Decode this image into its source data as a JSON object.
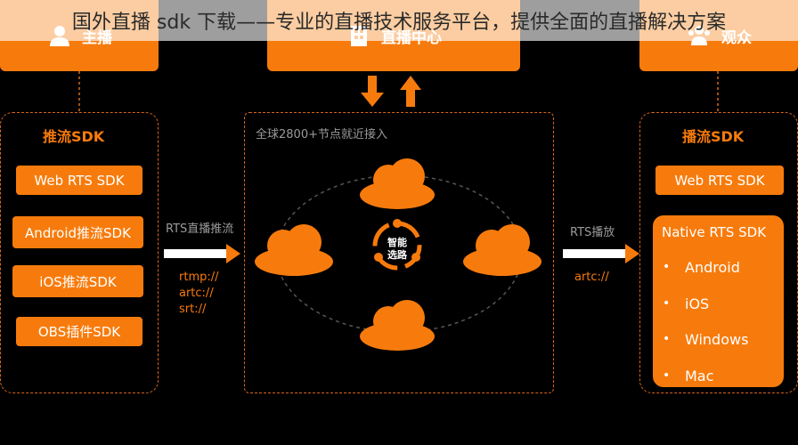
{
  "header": {
    "title": "国外直播 sdk 下载——专业的直播技术服务平台，提供全面的直播解决方案"
  },
  "top_boxes": {
    "anchor": "主播",
    "center": "直播中心",
    "audience": "观众"
  },
  "left_panel": {
    "title": "推流SDK",
    "items": [
      "Web RTS SDK",
      "Android推流SDK",
      "iOS推流SDK",
      "OBS插件SDK"
    ]
  },
  "left_arrow": {
    "label": "RTS直播推流",
    "protocols": [
      "rtmp://",
      "artc://",
      "srt://"
    ]
  },
  "center_panel": {
    "title": "全球2800+节点就近接入",
    "routing_label_line1": "智能",
    "routing_label_line2": "选路"
  },
  "right_arrow": {
    "label": "RTS播放",
    "protocols": [
      "artc://"
    ]
  },
  "right_panel": {
    "title": "播流SDK",
    "web_sdk": "Web RTS SDK",
    "native_title": "Native RTS SDK",
    "native_items": [
      "Android",
      "iOS",
      "Windows",
      "Mac"
    ]
  },
  "colors": {
    "accent": "#f77b0c",
    "dash": "#d9651a",
    "background": "#000000"
  }
}
